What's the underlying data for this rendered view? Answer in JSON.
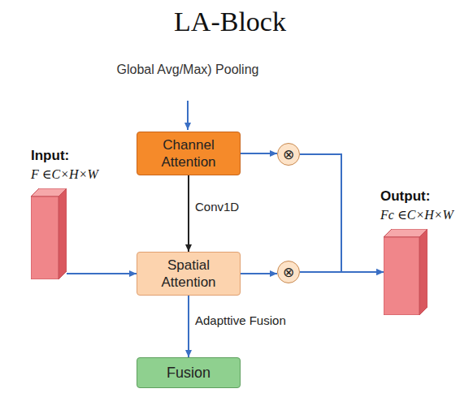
{
  "diagram": {
    "title": "LA-Block",
    "nodes": [
      {
        "text": [
          "Channel Attention"
        ]
      },
      {
        "text": [
          "⊗"
        ]
      },
      {
        "text": [
          "Input:",
          "F ∈C×H×W"
        ]
      },
      {
        "text": [
          "Spatial Attention"
        ]
      },
      {
        "text": [
          "⊗"
        ]
      },
      {
        "text": [
          "Output:",
          "Fc ∈C×H×W"
        ]
      },
      {
        "text": [
          "Fusion"
        ]
      }
    ],
    "edges": [
      {
        "from": 0,
        "to": 1,
        "arrow": "to"
      },
      {
        "from": 0,
        "to": 3,
        "label": "Conv1D",
        "arrow": "to"
      },
      {
        "from": 2,
        "to": 3,
        "arrow": "to"
      },
      {
        "from": 3,
        "to": 4,
        "arrow": "to"
      },
      {
        "from": 1,
        "to": 5,
        "arrow": "to"
      },
      {
        "from": 4,
        "to": 5,
        "arrow": "to"
      },
      {
        "from": 3,
        "to": 6,
        "label": "Adapttive Fusion",
        "arrow": "to"
      }
    ],
    "labels": [
      "Global Avg/Max) Pooling"
    ]
  }
}
